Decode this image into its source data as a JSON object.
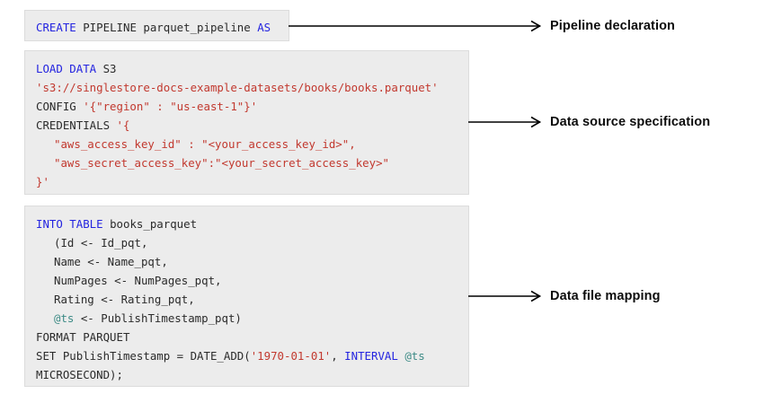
{
  "diagram": {
    "title": "SingleStore CREATE PIPELINE parquet example",
    "background": "#ffffff",
    "code_background": "#ececec",
    "code_border": "#dcdcdc",
    "colors": {
      "keyword": "#2424e0",
      "string": "#c2392f",
      "variable": "#3d8b86",
      "plain": "#2b2b2b",
      "annotation_text": "#0d0d0d",
      "arrow": "#000000"
    }
  },
  "blocks": [
    {
      "id": "pipeline-declaration",
      "lines": [
        [
          {
            "t": "CREATE",
            "c": "kw"
          },
          {
            "t": " PIPELINE parquet_pipeline ",
            "c": "pln"
          },
          {
            "t": "AS",
            "c": "kw"
          }
        ]
      ]
    },
    {
      "id": "data-source-specification",
      "lines": [
        [
          {
            "t": "LOAD DATA",
            "c": "kw"
          },
          {
            "t": " S3",
            "c": "pln"
          }
        ],
        [
          {
            "t": "'s3://singlestore-docs-example-datasets/books/books.parquet'",
            "c": "str"
          }
        ],
        [
          {
            "t": "CONFIG ",
            "c": "pln"
          },
          {
            "t": "'{\"region\" : \"us-east-1\"}'",
            "c": "str"
          }
        ],
        [
          {
            "t": "CREDENTIALS ",
            "c": "pln"
          },
          {
            "t": "'{",
            "c": "str"
          }
        ],
        [
          {
            "t": "\"aws_access_key_id\" : \"<your_access_key_id>\",",
            "c": "str"
          }
        ],
        [
          {
            "t": "\"aws_secret_access_key\":\"<your_secret_access_key>\"",
            "c": "str"
          }
        ],
        [
          {
            "t": "}'",
            "c": "str"
          }
        ]
      ]
    },
    {
      "id": "data-file-mapping",
      "lines": [
        [
          {
            "t": "INTO TABLE",
            "c": "kw"
          },
          {
            "t": " books_parquet",
            "c": "pln"
          }
        ],
        [
          {
            "t": "(Id <- Id_pqt,",
            "c": "pln"
          }
        ],
        [
          {
            "t": "Name <- Name_pqt,",
            "c": "pln"
          }
        ],
        [
          {
            "t": "NumPages <- NumPages_pqt,",
            "c": "pln"
          }
        ],
        [
          {
            "t": "Rating <- Rating_pqt,",
            "c": "pln"
          }
        ],
        [
          {
            "t": "@ts",
            "c": "var"
          },
          {
            "t": " <- PublishTimestamp_pqt)",
            "c": "pln"
          }
        ],
        [
          {
            "t": "FORMAT PARQUET",
            "c": "pln"
          }
        ],
        [
          {
            "t": "SET PublishTimestamp = DATE_ADD(",
            "c": "pln"
          },
          {
            "t": "'1970-01-01'",
            "c": "str"
          },
          {
            "t": ", ",
            "c": "pln"
          },
          {
            "t": "INTERVAL",
            "c": "kw"
          },
          {
            "t": " ",
            "c": "pln"
          },
          {
            "t": "@ts",
            "c": "var"
          }
        ],
        [
          {
            "t": "MICROSECOND);",
            "c": "pln"
          }
        ]
      ]
    }
  ],
  "annotations": [
    {
      "id": "pipeline-declaration-label",
      "label": "Pipeline declaration"
    },
    {
      "id": "data-source-specification-label",
      "label": "Data source specification"
    },
    {
      "id": "data-file-mapping-label",
      "label": "Data file mapping"
    }
  ]
}
